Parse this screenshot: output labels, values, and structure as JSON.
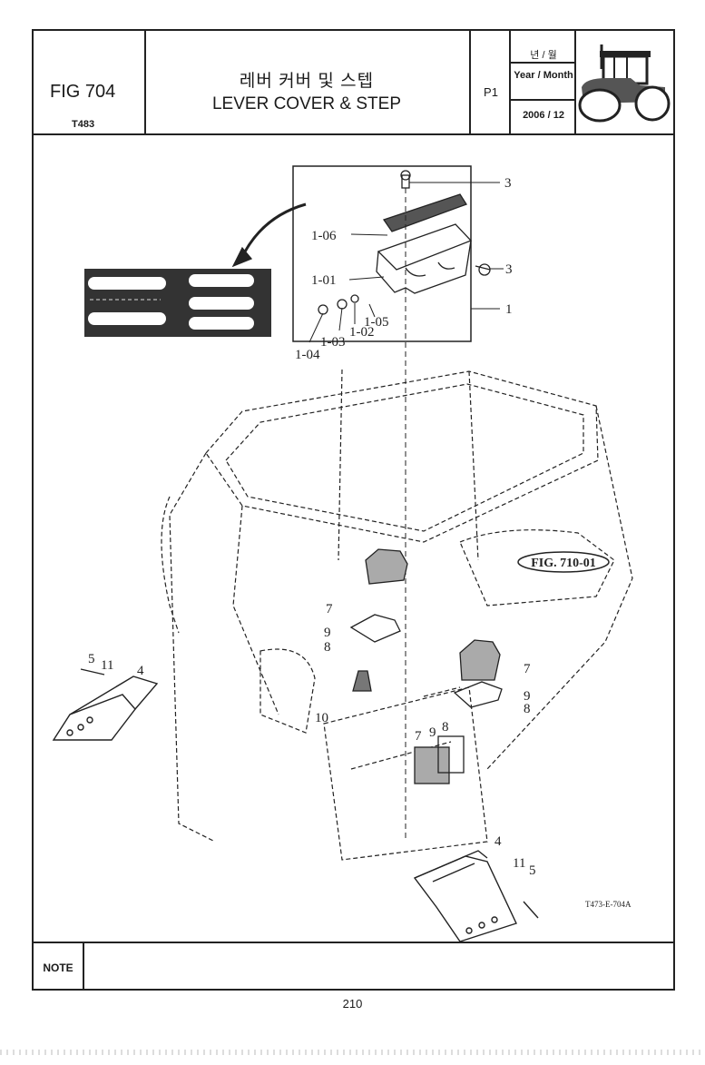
{
  "header": {
    "fig_no": "FIG 704",
    "model_code": "T483",
    "title_ko": "레버 커버 및 스텝",
    "title_en": "LEVER COVER & STEP",
    "page": "P1",
    "year_month_ko": "년 / 월",
    "year_month_en": "Year / Month",
    "year_month_value": "2006 / 12"
  },
  "drawing": {
    "ref_fig": "FIG. 710-01",
    "drawing_code": "T473-E-704A",
    "callouts": {
      "c_3_top": "3",
      "c_1_06": "1-06",
      "c_3_side": "3",
      "c_1_01": "1-01",
      "c_1": "1",
      "c_1_05": "1-05",
      "c_1_02": "1-02",
      "c_1_03": "1-03",
      "c_1_04": "1-04",
      "c_7a": "7",
      "c_9a": "9",
      "c_8a": "8",
      "c_5a": "5",
      "c_11a": "11",
      "c_4a": "4",
      "c_7b": "7",
      "c_9b": "9",
      "c_8b": "8",
      "c_10": "10",
      "c_7c": "7",
      "c_9c": "9",
      "c_8c": "8",
      "c_4b": "4",
      "c_11b": "11",
      "c_5b": "5"
    }
  },
  "footer": {
    "note_label": "NOTE",
    "page_number": "210"
  }
}
